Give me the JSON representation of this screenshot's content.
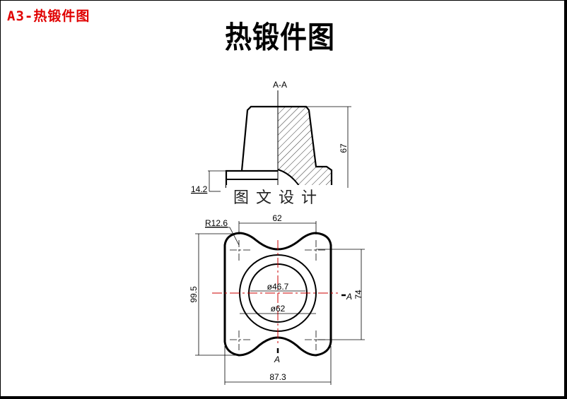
{
  "sheet": {
    "tag": "A3-热锻件图",
    "title": "热锻件图",
    "watermark": "图文设计",
    "colors": {
      "tag": "#e00000",
      "centerline": "#cc0000",
      "outline": "#000000"
    }
  },
  "section_view": {
    "label": "A-A",
    "dimensions": {
      "height": "67",
      "flange": "14.2"
    }
  },
  "plan_view": {
    "dimensions": {
      "corner_radius": "R12.6",
      "top_width": "62",
      "overall_height": "99.5",
      "inner_diameter": "ø46.7",
      "outer_diameter": "ø62",
      "right_height": "74",
      "overall_width": "87.3"
    },
    "section_marks": {
      "right": "A",
      "bottom": "A"
    }
  }
}
